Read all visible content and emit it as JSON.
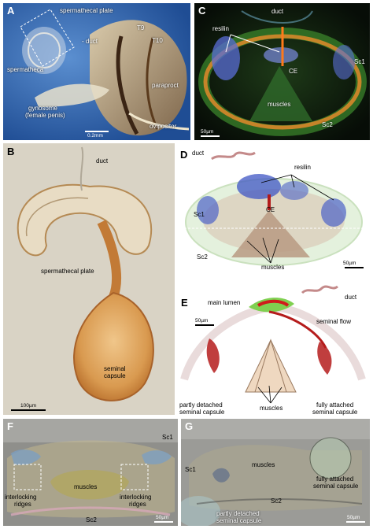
{
  "panels": {
    "A": {
      "letter": "A",
      "labels": {
        "spermathecal_plate": "spermathecal plate",
        "duct": "- duct",
        "spermatheca": "spermatheca",
        "t9": "T9",
        "t10": "T10",
        "paraproct": "paraproct",
        "gynosome": "gynosome",
        "gynosome_sub": "(female penis)",
        "ovipositor": "ovipositor"
      },
      "scale": "0.2mm"
    },
    "B": {
      "letter": "B",
      "labels": {
        "duct": "duct",
        "plate": "spermathecal plate",
        "seminal": "seminal",
        "capsule": "capsule"
      },
      "scale": "100µm"
    },
    "C": {
      "letter": "C",
      "labels": {
        "duct": "duct",
        "resilin": "resilin",
        "ce": "CE",
        "sc1": "Sc1",
        "muscles": "muscles",
        "sc2": "Sc2"
      },
      "scale": "50µm"
    },
    "D": {
      "letter": "D",
      "labels": {
        "duct": "duct",
        "resilin": "resilin",
        "sc1": "Sc1",
        "ce": "CE",
        "sc2": "Sc2",
        "muscles": "muscles"
      },
      "scale": "50µm"
    },
    "E": {
      "letter": "E",
      "labels": {
        "main_lumen": "main lumen",
        "duct": "duct",
        "seminal_flow": "seminal flow",
        "muscles": "muscles",
        "partly_1": "partly detached",
        "partly_2": "seminal capsule",
        "fully_1": "fully attached",
        "fully_2": "seminal capsule"
      },
      "scale": "50µm"
    },
    "F": {
      "letter": "F",
      "labels": {
        "sc1": "Sc1",
        "muscles": "muscles",
        "il1": "interlocking",
        "il2": "ridges",
        "ir1": "interlocking",
        "ir2": "ridges",
        "sc2": "Sc2"
      },
      "scale": "50µm"
    },
    "G": {
      "letter": "G",
      "labels": {
        "sc1": "Sc1",
        "muscles": "muscles",
        "fully_1": "fully attached",
        "fully_2": "seminal capsule",
        "sc2": "Sc2",
        "partly_1": "partly detached",
        "partly_2": "seminal capsule"
      },
      "scale": "50µm"
    }
  },
  "colors": {
    "panel_a_bg": "#2b5fa8",
    "panel_b_bg": "#d9d3c7",
    "panel_c_bg": "#0d1a10",
    "tomogram_bg": "#9a9a96",
    "resilin_blue": "#4f63c8",
    "capsule_orange": "#d4883a"
  }
}
